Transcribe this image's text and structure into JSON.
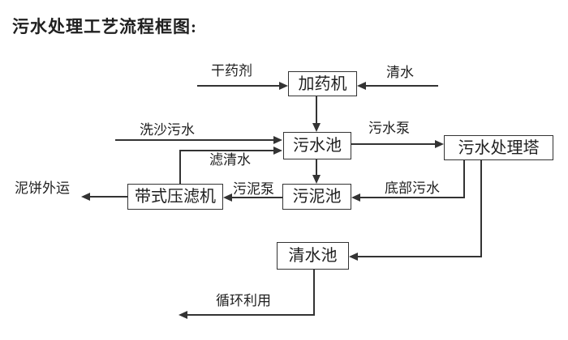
{
  "title": "污水处理工艺流程框图:",
  "nodes": {
    "dosing_machine": {
      "label": "加药机"
    },
    "sewage_pool": {
      "label": "污水池"
    },
    "treatment_tower": {
      "label": "污水处理塔"
    },
    "sludge_pool": {
      "label": "污泥池"
    },
    "belt_filter_press": {
      "label": "带式压滤机"
    },
    "clean_water_pool": {
      "label": "清水池"
    }
  },
  "flow_labels": {
    "dry_agent": "干药剂",
    "clean_water": "清水",
    "sand_washing_sewage": "洗沙污水",
    "filtered_water": "滤清水",
    "sewage_pump": "污水泵",
    "sludge_pump": "污泥泵",
    "bottom_sewage": "底部污水",
    "mud_cake_out": "泥饼外运",
    "recycle_use": "循环利用"
  },
  "edges": [
    {
      "from": "干药剂",
      "to": "加药机",
      "label": ""
    },
    {
      "from": "清水",
      "to": "加药机",
      "label": ""
    },
    {
      "from": "加药机",
      "to": "污水池",
      "label": ""
    },
    {
      "from": "洗沙污水",
      "to": "污水池",
      "label": ""
    },
    {
      "from": "带式压滤机",
      "to": "污水池",
      "label": "滤清水"
    },
    {
      "from": "污水池",
      "to": "污水处理塔",
      "label": "污水泵"
    },
    {
      "from": "污水池",
      "to": "污泥池",
      "label": ""
    },
    {
      "from": "污水处理塔",
      "to": "污泥池",
      "label": "底部污水"
    },
    {
      "from": "污泥池",
      "to": "带式压滤机",
      "label": "污泥泵"
    },
    {
      "from": "带式压滤机",
      "to": "泥饼外运",
      "label": ""
    },
    {
      "from": "污水处理塔",
      "to": "清水池",
      "label": ""
    },
    {
      "from": "清水池",
      "to": "循环利用",
      "label": ""
    }
  ],
  "colors": {
    "ink": "#333333",
    "background": "#ffffff"
  }
}
